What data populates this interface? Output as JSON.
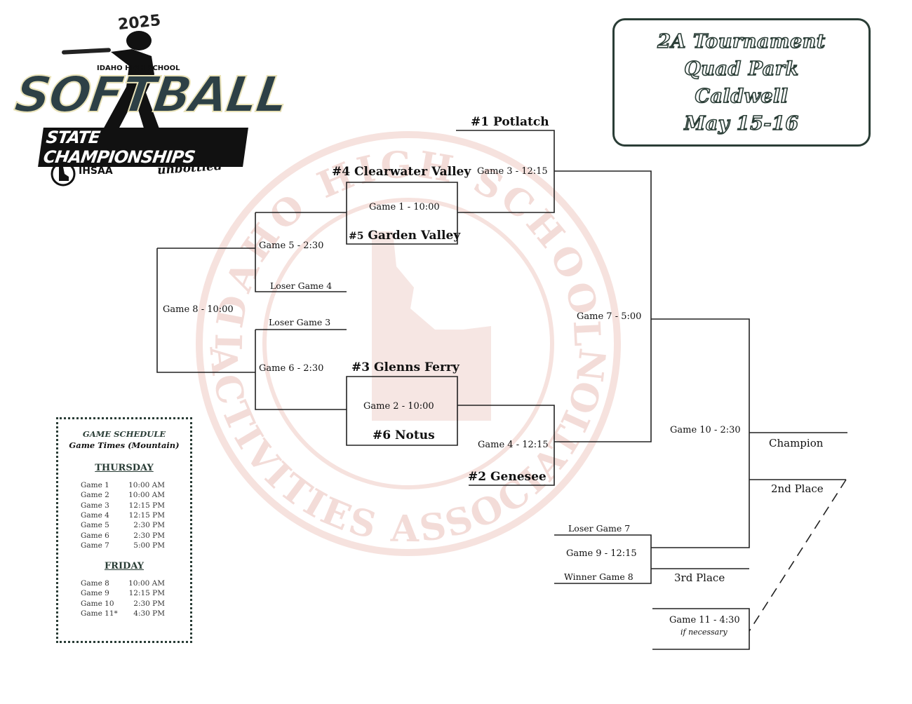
{
  "info": {
    "lines": [
      "2A Tournament",
      "Quad Park",
      "Caldwell",
      "May 15-16"
    ]
  },
  "logo": {
    "year": "2025",
    "org": "IDAHO HIGH SCHOOL",
    "main": "SOFTBALL",
    "sub": "STATE CHAMPIONSHIPS",
    "assoc": "IHSAA",
    "sponsor": "unbottled"
  },
  "watermark": {
    "top_text": "IDAHO HIGH SCHOOL",
    "bottom_text": "ACTIVITIES ASSOCIATION",
    "color": "#f3d9d4"
  },
  "teams": {
    "t1": {
      "seed": "#1",
      "name": "Potlatch"
    },
    "t4": {
      "seed": "#4",
      "name": "Clearwater Valley"
    },
    "t5": {
      "seed": "#5",
      "name": "Garden Valley"
    },
    "t3": {
      "seed": "#3",
      "name": "Glenns Ferry"
    },
    "t6": {
      "seed": "#6",
      "name": "Notus"
    },
    "t2": {
      "seed": "#2",
      "name": "Genesee"
    }
  },
  "games": {
    "g1": "Game 1 - 10:00",
    "g2": "Game 2 - 10:00",
    "g3": "Game 3 - 12:15",
    "g4": "Game 4 - 12:15",
    "g5": "Game 5 - 2:30",
    "g6": "Game 6 - 2:30",
    "g7": "Game 7 - 5:00",
    "g8": "Game 8 - 10:00",
    "g9": "Game 9 - 12:15",
    "g10": "Game 10 - 2:30",
    "g11": "Game 11 - 4:30",
    "g11_note": "if necessary"
  },
  "slots": {
    "loser_g4": "Loser Game 4",
    "loser_g3": "Loser Game 3",
    "loser_g7": "Loser Game 7",
    "winner_g8": "Winner Game 8",
    "champion": "Champion",
    "second": "2nd Place",
    "third": "3rd Place"
  },
  "schedule": {
    "title": "GAME SCHEDULE",
    "subtitle": "Game Times (Mountain)",
    "thursday_label": "THURSDAY",
    "friday_label": "FRIDAY",
    "thursday": [
      {
        "game": "Game 1",
        "time": "10:00 AM"
      },
      {
        "game": "Game 2",
        "time": "10:00 AM"
      },
      {
        "game": "Game 3",
        "time": "12:15 PM"
      },
      {
        "game": "Game 4",
        "time": "12:15 PM"
      },
      {
        "game": "Game 5",
        "time": "2:30 PM"
      },
      {
        "game": "Game 6",
        "time": "2:30 PM"
      },
      {
        "game": "Game 7",
        "time": "5:00 PM"
      }
    ],
    "friday": [
      {
        "game": "Game 8",
        "time": "10:00 AM"
      },
      {
        "game": "Game 9",
        "time": "12:15 PM"
      },
      {
        "game": "Game 10",
        "time": "2:30 PM"
      },
      {
        "game": "Game 11*",
        "time": "4:30 PM"
      }
    ]
  }
}
